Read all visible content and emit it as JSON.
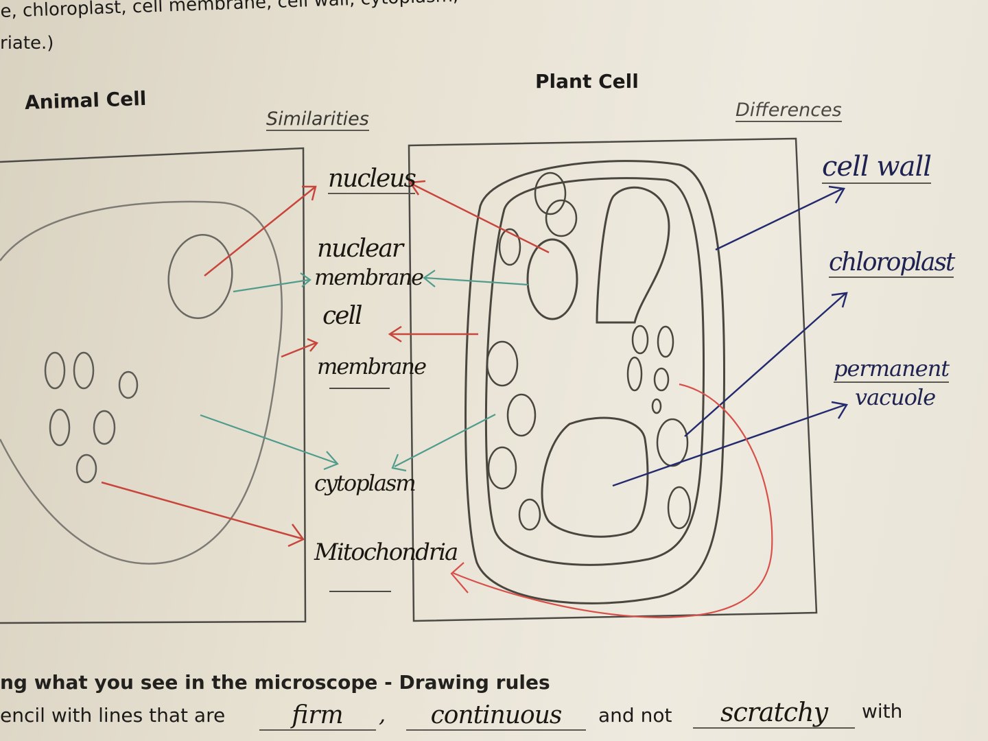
{
  "worksheet": {
    "instruction_line1": "e, chloroplast, cell membrane, cell wall, cytoplasm,",
    "instruction_line2": "riate.)",
    "animal_cell_title": "Animal Cell",
    "plant_cell_title": "Plant Cell",
    "similarities_heading": "Similarities",
    "differences_heading": "Differences",
    "similarities": [
      "nucleus",
      "nuclear",
      "membrane",
      "cell",
      "membrane",
      "cytoplasm",
      "Mitochondria"
    ],
    "differences": [
      "cell wall",
      "chloroplast",
      "permanent",
      "vacuole"
    ],
    "section_heading": "ng what you see in the microscope - Drawing rules",
    "rule_line_prefix": "encil with lines that are",
    "rule_blank1": "firm",
    "rule_separator": ",",
    "rule_blank2": "continuous",
    "rule_middle": "and not",
    "rule_blank3": "scratchy",
    "rule_suffix": "with"
  },
  "colors": {
    "pencil": "#55534d",
    "red_arrow": "#c8453c",
    "teal_arrow": "#4f9b8c",
    "blue_arrow": "#232a6e",
    "pink_arrow": "#d8504a"
  }
}
